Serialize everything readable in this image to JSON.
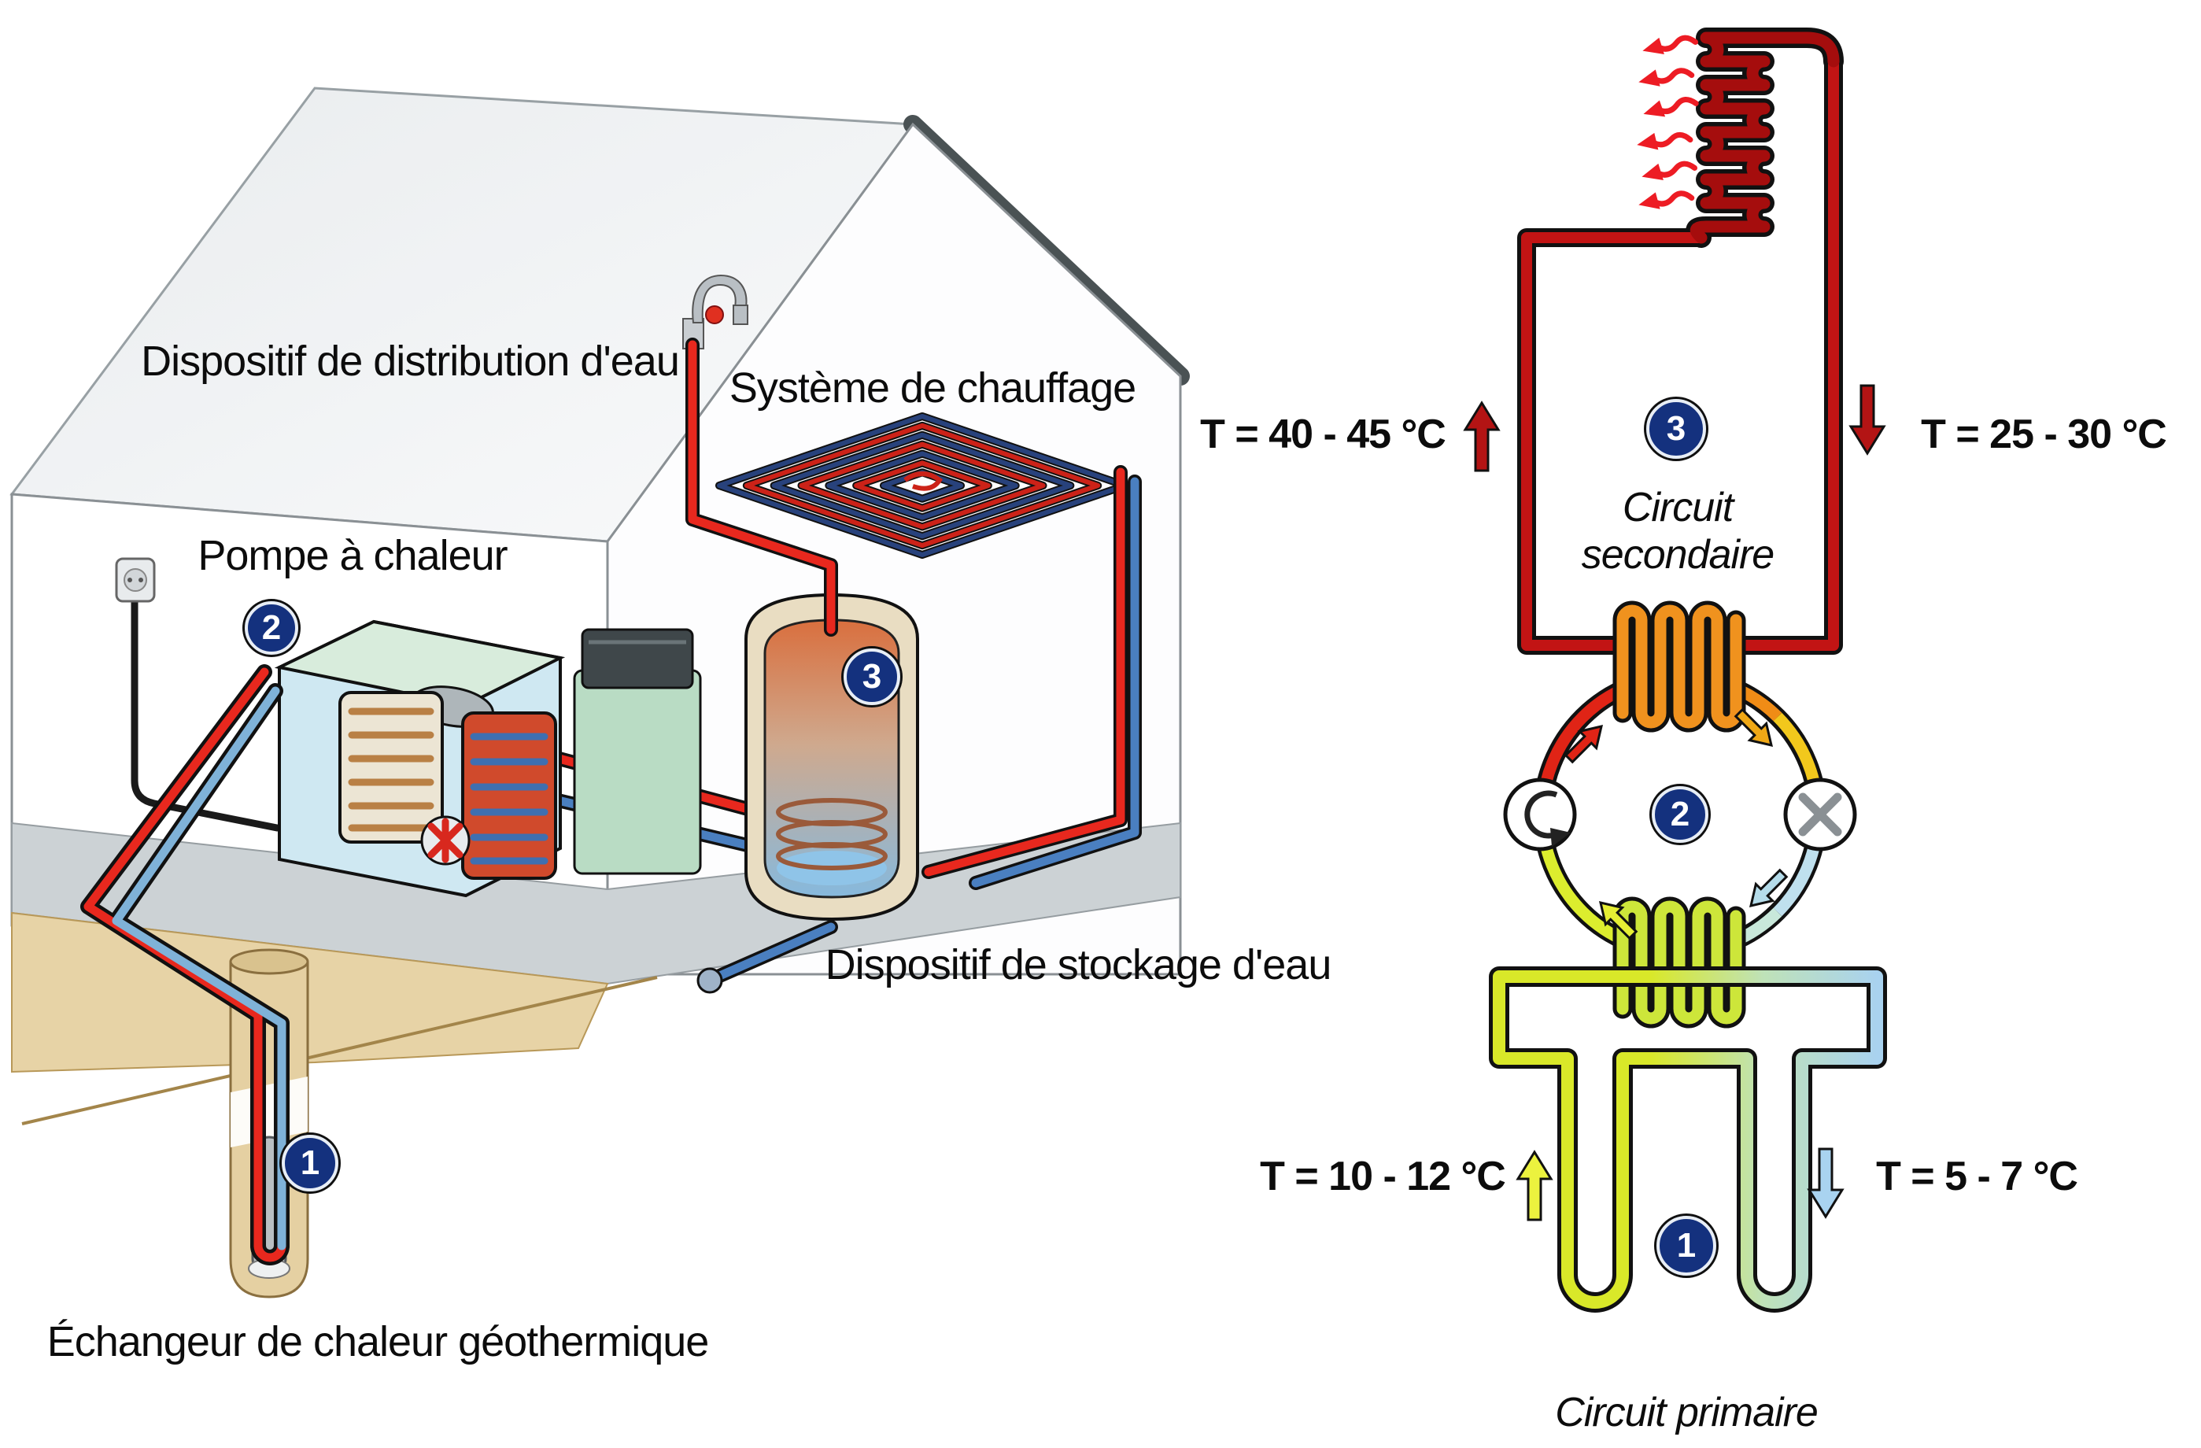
{
  "house": {
    "labels": {
      "distribution": "Dispositif de distribution d'eau",
      "chauffage": "Système de chauffage",
      "pompe": "Pompe à chaleur",
      "stockage": "Dispositif de stockage d'eau",
      "echangeur": "Échangeur de chaleur géothermique"
    },
    "badges": {
      "exchanger": "1",
      "pump": "2",
      "storage": "3"
    }
  },
  "schematic": {
    "secondary": {
      "badge": "3",
      "label_line1": "Circuit",
      "label_line2": "secondaire",
      "temp_supply": "T = 40 - 45 °C",
      "temp_return": "T = 25 - 30 °C"
    },
    "refrigerant_loop": {
      "badge": "2"
    },
    "primary": {
      "badge": "1",
      "label": "Circuit primaire",
      "temp_supply": "T = 10 - 12 °C",
      "temp_return": "T = 5 - 7 °C"
    }
  },
  "colors": {
    "hot_pipe": "#c21414",
    "radiator": "#a50d0d",
    "cold_pipe": "#a9d3f0",
    "condenser_coil": "#f0921e",
    "evaporator_coil": "#cde63a",
    "pipe_red": "#e8281e",
    "pipe_blue": "#4a7fc0",
    "badge_blue": "#14317e",
    "ground": "#e7d3a6"
  }
}
